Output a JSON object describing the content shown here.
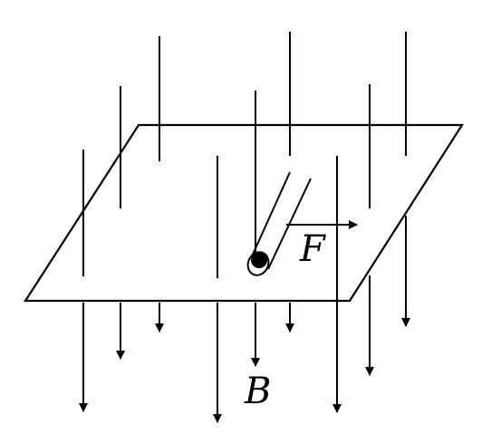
{
  "labels": {
    "force": "F",
    "field": "B"
  },
  "icons": [
    "magnetic-field-line",
    "field-arrowhead",
    "conductor-rod",
    "rod-end-dot",
    "force-arrow"
  ],
  "colors": {
    "ink": "#000000",
    "background": "#ffffff"
  }
}
